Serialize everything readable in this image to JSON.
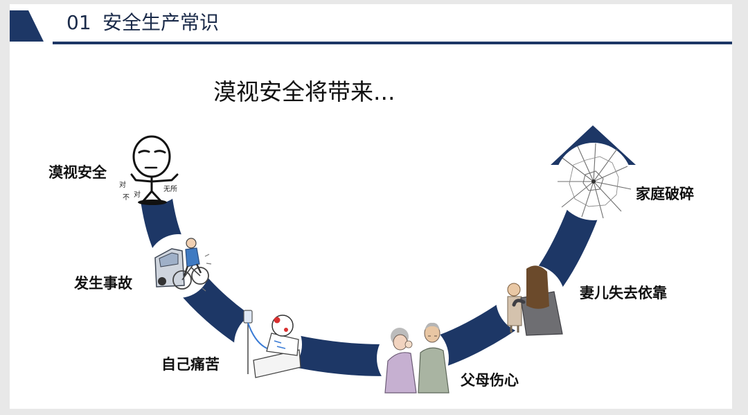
{
  "header": {
    "number": "01",
    "title": "安全生产常识",
    "accent_icon": "header-accent-shape"
  },
  "slide": {
    "heading": "漠视安全将带来..."
  },
  "flow": {
    "direction_icon": "arrow-up-icon",
    "steps": [
      {
        "label": "漠视安全",
        "icon": "indifferent-stick-figure-icon",
        "lettering": [
          "对",
          "不",
          "对",
          "无所"
        ]
      },
      {
        "label": "发生事故",
        "icon": "traffic-accident-icon"
      },
      {
        "label": "自己痛苦",
        "icon": "injured-patient-icon"
      },
      {
        "label": "父母伤心",
        "icon": "grieving-parents-icon"
      },
      {
        "label": "妻儿失去依靠",
        "icon": "mother-and-child-icon"
      },
      {
        "label": "家庭破碎",
        "icon": "shattered-glass-icon"
      }
    ]
  },
  "colors": {
    "accent": "#1d3766",
    "page_background": "#e8e8e8",
    "slide_background": "#ffffff",
    "title_text": "#1b2b4a",
    "text": "#111111"
  }
}
